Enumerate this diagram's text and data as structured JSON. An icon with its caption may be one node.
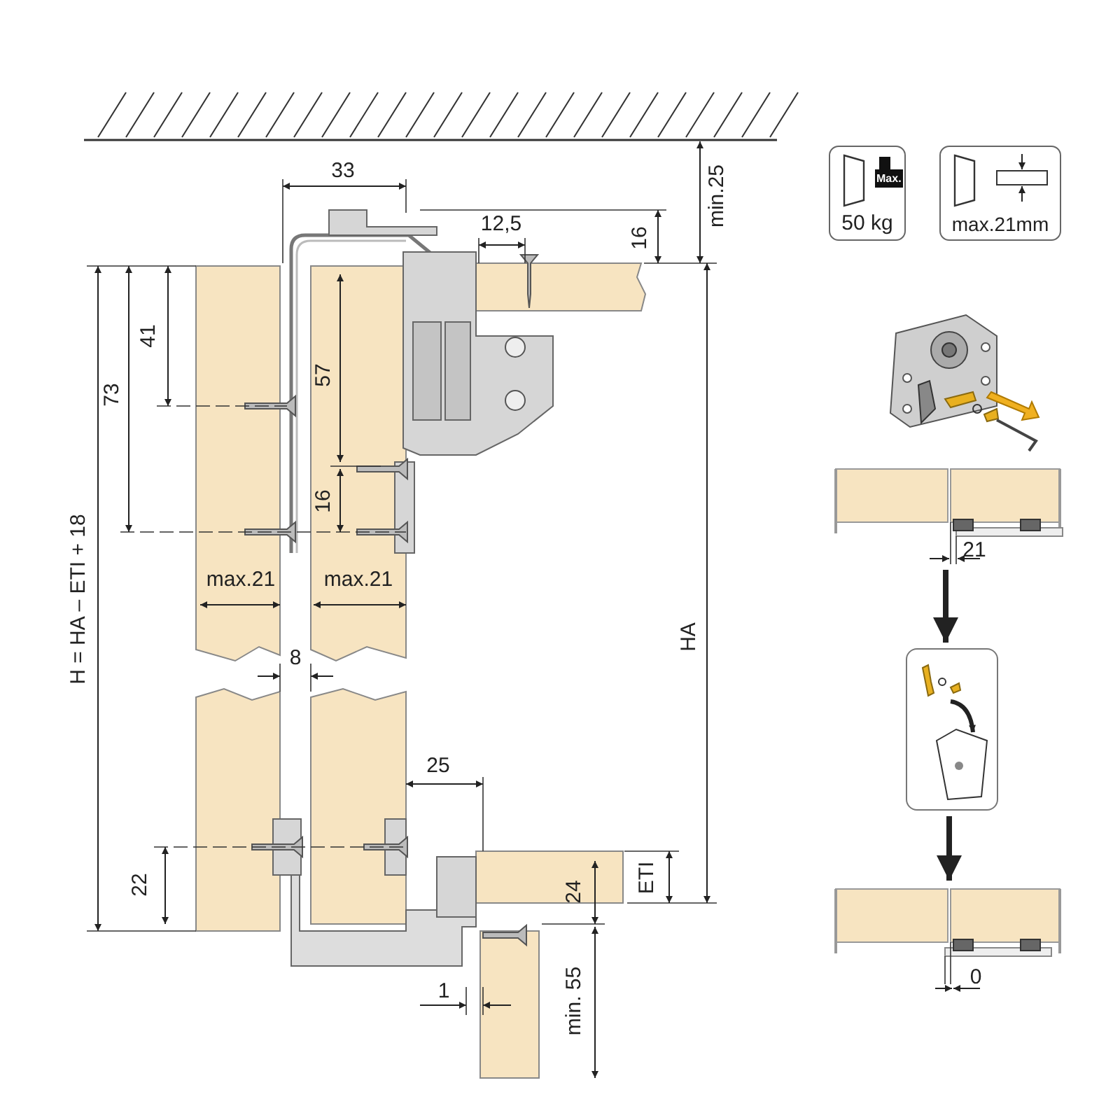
{
  "diagram": {
    "nodes": [
      {
        "text": [
          "Max.",
          "50 kg"
        ]
      },
      {
        "text": [
          "max.21mm"
        ]
      },
      {
        "text": [],
        "shape": "picture"
      },
      {
        "text": [],
        "shape": "box"
      },
      {
        "text": [],
        "shape": "picture"
      }
    ],
    "edges": [
      {
        "from": 2,
        "to": 3,
        "arrow": "to"
      },
      {
        "from": 3,
        "to": 4,
        "arrow": "to"
      }
    ],
    "labels": [
      "33",
      "min.25",
      "12,5",
      "16",
      "41",
      "73",
      "57",
      "16",
      "max.21",
      "max.21",
      "HA",
      "H = HA – ETI + 18",
      "8",
      "25",
      "22",
      "24",
      "ETI",
      "1",
      "min. 55",
      "21",
      "0"
    ]
  }
}
